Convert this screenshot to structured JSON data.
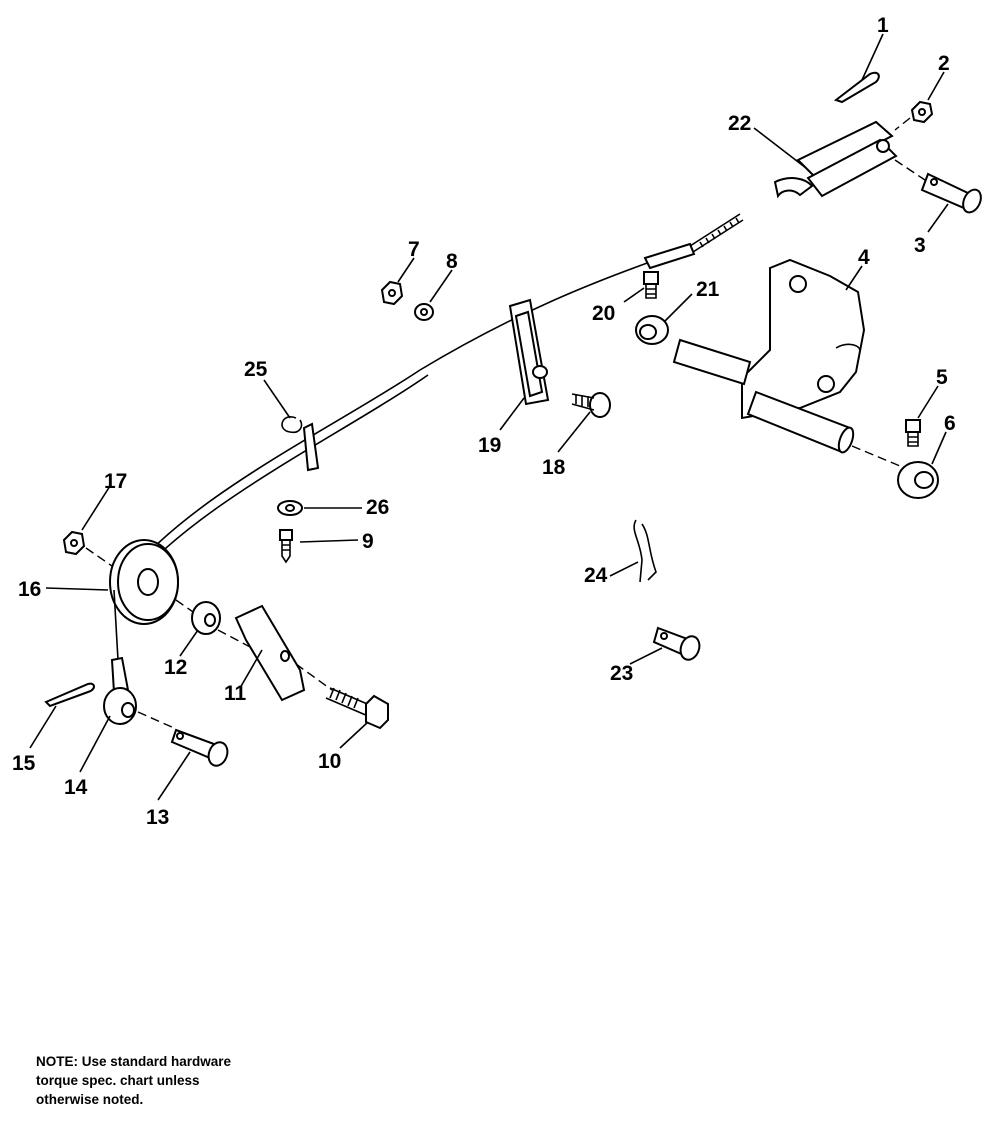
{
  "labels": {
    "l1": "1",
    "l2": "2",
    "l3": "3",
    "l4": "4",
    "l5": "5",
    "l6": "6",
    "l7": "7",
    "l8": "8",
    "l9": "9",
    "l10": "10",
    "l11": "11",
    "l12": "12",
    "l13": "13",
    "l14": "14",
    "l15": "15",
    "l16": "16",
    "l17": "17",
    "l18": "18",
    "l19": "19",
    "l20": "20",
    "l21": "21",
    "l22": "22",
    "l23": "23",
    "l24": "24",
    "l25": "25",
    "l26": "26"
  },
  "note": {
    "line1": "NOTE: Use standard hardware",
    "line2": "torque spec. chart unless",
    "line3": "otherwise noted."
  }
}
